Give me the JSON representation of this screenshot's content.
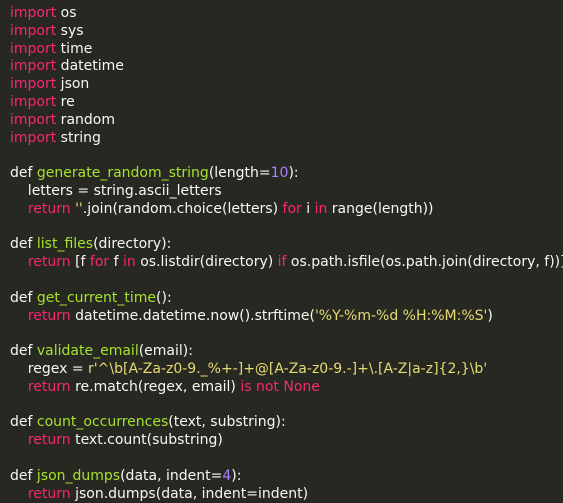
{
  "theme": {
    "background": "#272822",
    "default_text": "#f8f8f2",
    "keyword": "#f92672",
    "function_name": "#a6e22e",
    "number": "#ae81ff",
    "string": "#e6db74"
  },
  "lines": [
    [
      {
        "t": "import",
        "c": "kw"
      },
      {
        "t": " os",
        "c": "txt"
      }
    ],
    [
      {
        "t": "import",
        "c": "kw"
      },
      {
        "t": " sys",
        "c": "txt"
      }
    ],
    [
      {
        "t": "import",
        "c": "kw"
      },
      {
        "t": " time",
        "c": "txt"
      }
    ],
    [
      {
        "t": "import",
        "c": "kw"
      },
      {
        "t": " datetime",
        "c": "txt"
      }
    ],
    [
      {
        "t": "import",
        "c": "kw"
      },
      {
        "t": " json",
        "c": "txt"
      }
    ],
    [
      {
        "t": "import",
        "c": "kw"
      },
      {
        "t": " re",
        "c": "txt"
      }
    ],
    [
      {
        "t": "import",
        "c": "kw"
      },
      {
        "t": " random",
        "c": "txt"
      }
    ],
    [
      {
        "t": "import",
        "c": "kw"
      },
      {
        "t": " string",
        "c": "txt"
      }
    ],
    [],
    [
      {
        "t": "def ",
        "c": "txt"
      },
      {
        "t": "generate_random_string",
        "c": "fn"
      },
      {
        "t": "(length=",
        "c": "txt"
      },
      {
        "t": "10",
        "c": "num"
      },
      {
        "t": "):",
        "c": "txt"
      }
    ],
    [
      {
        "t": "    letters = string.ascii_letters",
        "c": "txt"
      }
    ],
    [
      {
        "t": "    ",
        "c": "txt"
      },
      {
        "t": "return",
        "c": "kw"
      },
      {
        "t": " ",
        "c": "txt"
      },
      {
        "t": "''",
        "c": "str"
      },
      {
        "t": ".join(random.choice(letters) ",
        "c": "txt"
      },
      {
        "t": "for",
        "c": "kw"
      },
      {
        "t": " i ",
        "c": "txt"
      },
      {
        "t": "in",
        "c": "kw"
      },
      {
        "t": " range(length))",
        "c": "txt"
      }
    ],
    [],
    [
      {
        "t": "def ",
        "c": "txt"
      },
      {
        "t": "list_files",
        "c": "fn"
      },
      {
        "t": "(directory):",
        "c": "txt"
      }
    ],
    [
      {
        "t": "    ",
        "c": "txt"
      },
      {
        "t": "return",
        "c": "kw"
      },
      {
        "t": " [f ",
        "c": "txt"
      },
      {
        "t": "for",
        "c": "kw"
      },
      {
        "t": " f ",
        "c": "txt"
      },
      {
        "t": "in",
        "c": "kw"
      },
      {
        "t": " os.listdir(directory) ",
        "c": "txt"
      },
      {
        "t": "if",
        "c": "kw"
      },
      {
        "t": " os.path.isfile(os.path.join(directory, f))]",
        "c": "txt"
      }
    ],
    [],
    [
      {
        "t": "def ",
        "c": "txt"
      },
      {
        "t": "get_current_time",
        "c": "fn"
      },
      {
        "t": "():",
        "c": "txt"
      }
    ],
    [
      {
        "t": "    ",
        "c": "txt"
      },
      {
        "t": "return",
        "c": "kw"
      },
      {
        "t": " datetime.datetime.now().strftime(",
        "c": "txt"
      },
      {
        "t": "'%Y-%m-%d %H:%M:%S'",
        "c": "str"
      },
      {
        "t": ")",
        "c": "txt"
      }
    ],
    [],
    [
      {
        "t": "def ",
        "c": "txt"
      },
      {
        "t": "validate_email",
        "c": "fn"
      },
      {
        "t": "(email):",
        "c": "txt"
      }
    ],
    [
      {
        "t": "    regex = ",
        "c": "txt"
      },
      {
        "t": "r'^\\b[A-Za-z0-9._%+-]+@[A-Za-z0-9.-]+\\.[A-Z|a-z]{2,}\\b'",
        "c": "str"
      }
    ],
    [
      {
        "t": "    ",
        "c": "txt"
      },
      {
        "t": "return",
        "c": "kw"
      },
      {
        "t": " re.match(regex, email) ",
        "c": "txt"
      },
      {
        "t": "is not None",
        "c": "kw"
      }
    ],
    [],
    [
      {
        "t": "def ",
        "c": "txt"
      },
      {
        "t": "count_occurrences",
        "c": "fn"
      },
      {
        "t": "(text, substring):",
        "c": "txt"
      }
    ],
    [
      {
        "t": "    ",
        "c": "txt"
      },
      {
        "t": "return",
        "c": "kw"
      },
      {
        "t": " text.count(substring)",
        "c": "txt"
      }
    ],
    [],
    [
      {
        "t": "def ",
        "c": "txt"
      },
      {
        "t": "json_dumps",
        "c": "fn"
      },
      {
        "t": "(data, indent=",
        "c": "txt"
      },
      {
        "t": "4",
        "c": "num"
      },
      {
        "t": "):",
        "c": "txt"
      }
    ],
    [
      {
        "t": "    ",
        "c": "txt"
      },
      {
        "t": "return",
        "c": "kw"
      },
      {
        "t": " json.dumps(data, indent=indent)",
        "c": "txt"
      }
    ]
  ]
}
